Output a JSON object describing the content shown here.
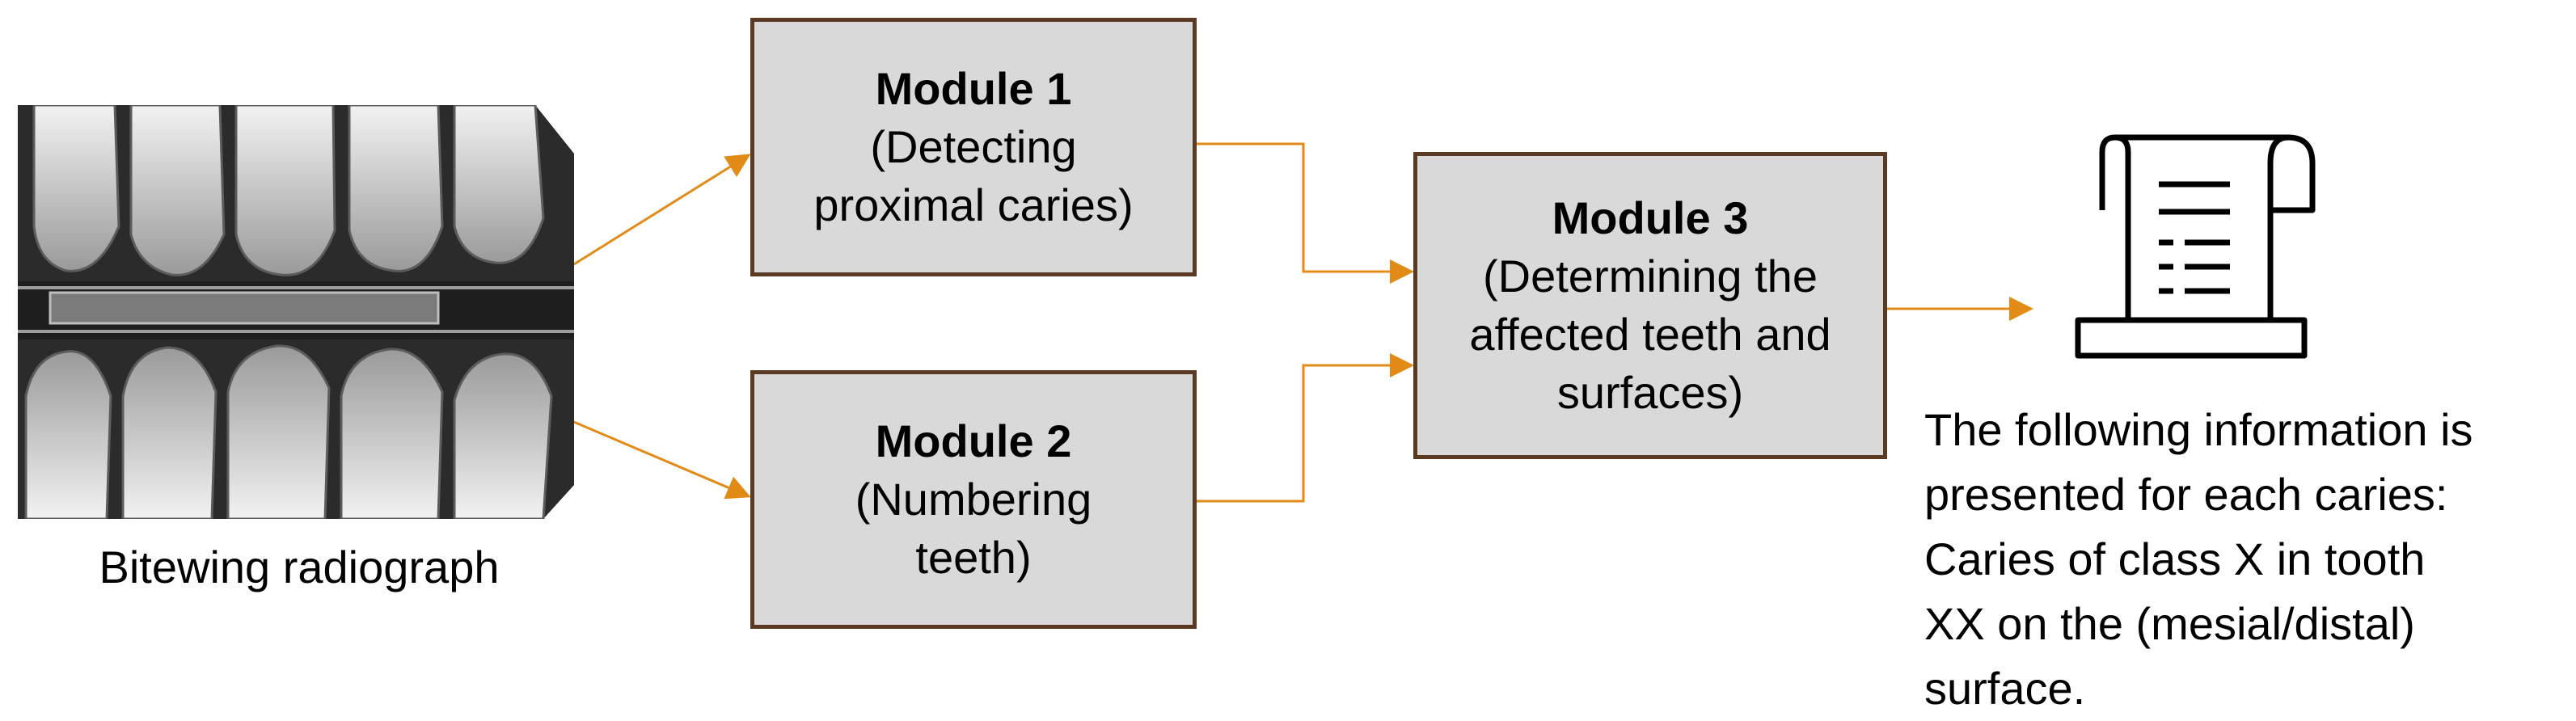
{
  "input": {
    "caption": "Bitewing radiograph",
    "image": "bitewing-xray"
  },
  "modules": [
    {
      "title": "Module 1",
      "description_lines": [
        "(Detecting",
        "proximal caries)"
      ]
    },
    {
      "title": "Module 2",
      "description_lines": [
        "(Numbering",
        "teeth)"
      ]
    },
    {
      "title": "Module 3",
      "description_lines": [
        "(Determining the",
        "affected teeth and",
        "surfaces)"
      ]
    }
  ],
  "output": {
    "icon": "report-document-icon",
    "text_lines": [
      "The following information is",
      "presented for each caries:",
      "Caries of class X in tooth",
      "XX on the (mesial/distal)",
      "surface."
    ]
  },
  "colors": {
    "arrow": "#e38b17",
    "box_fill": "#d9d9d9",
    "box_border": "#5a3a22"
  }
}
